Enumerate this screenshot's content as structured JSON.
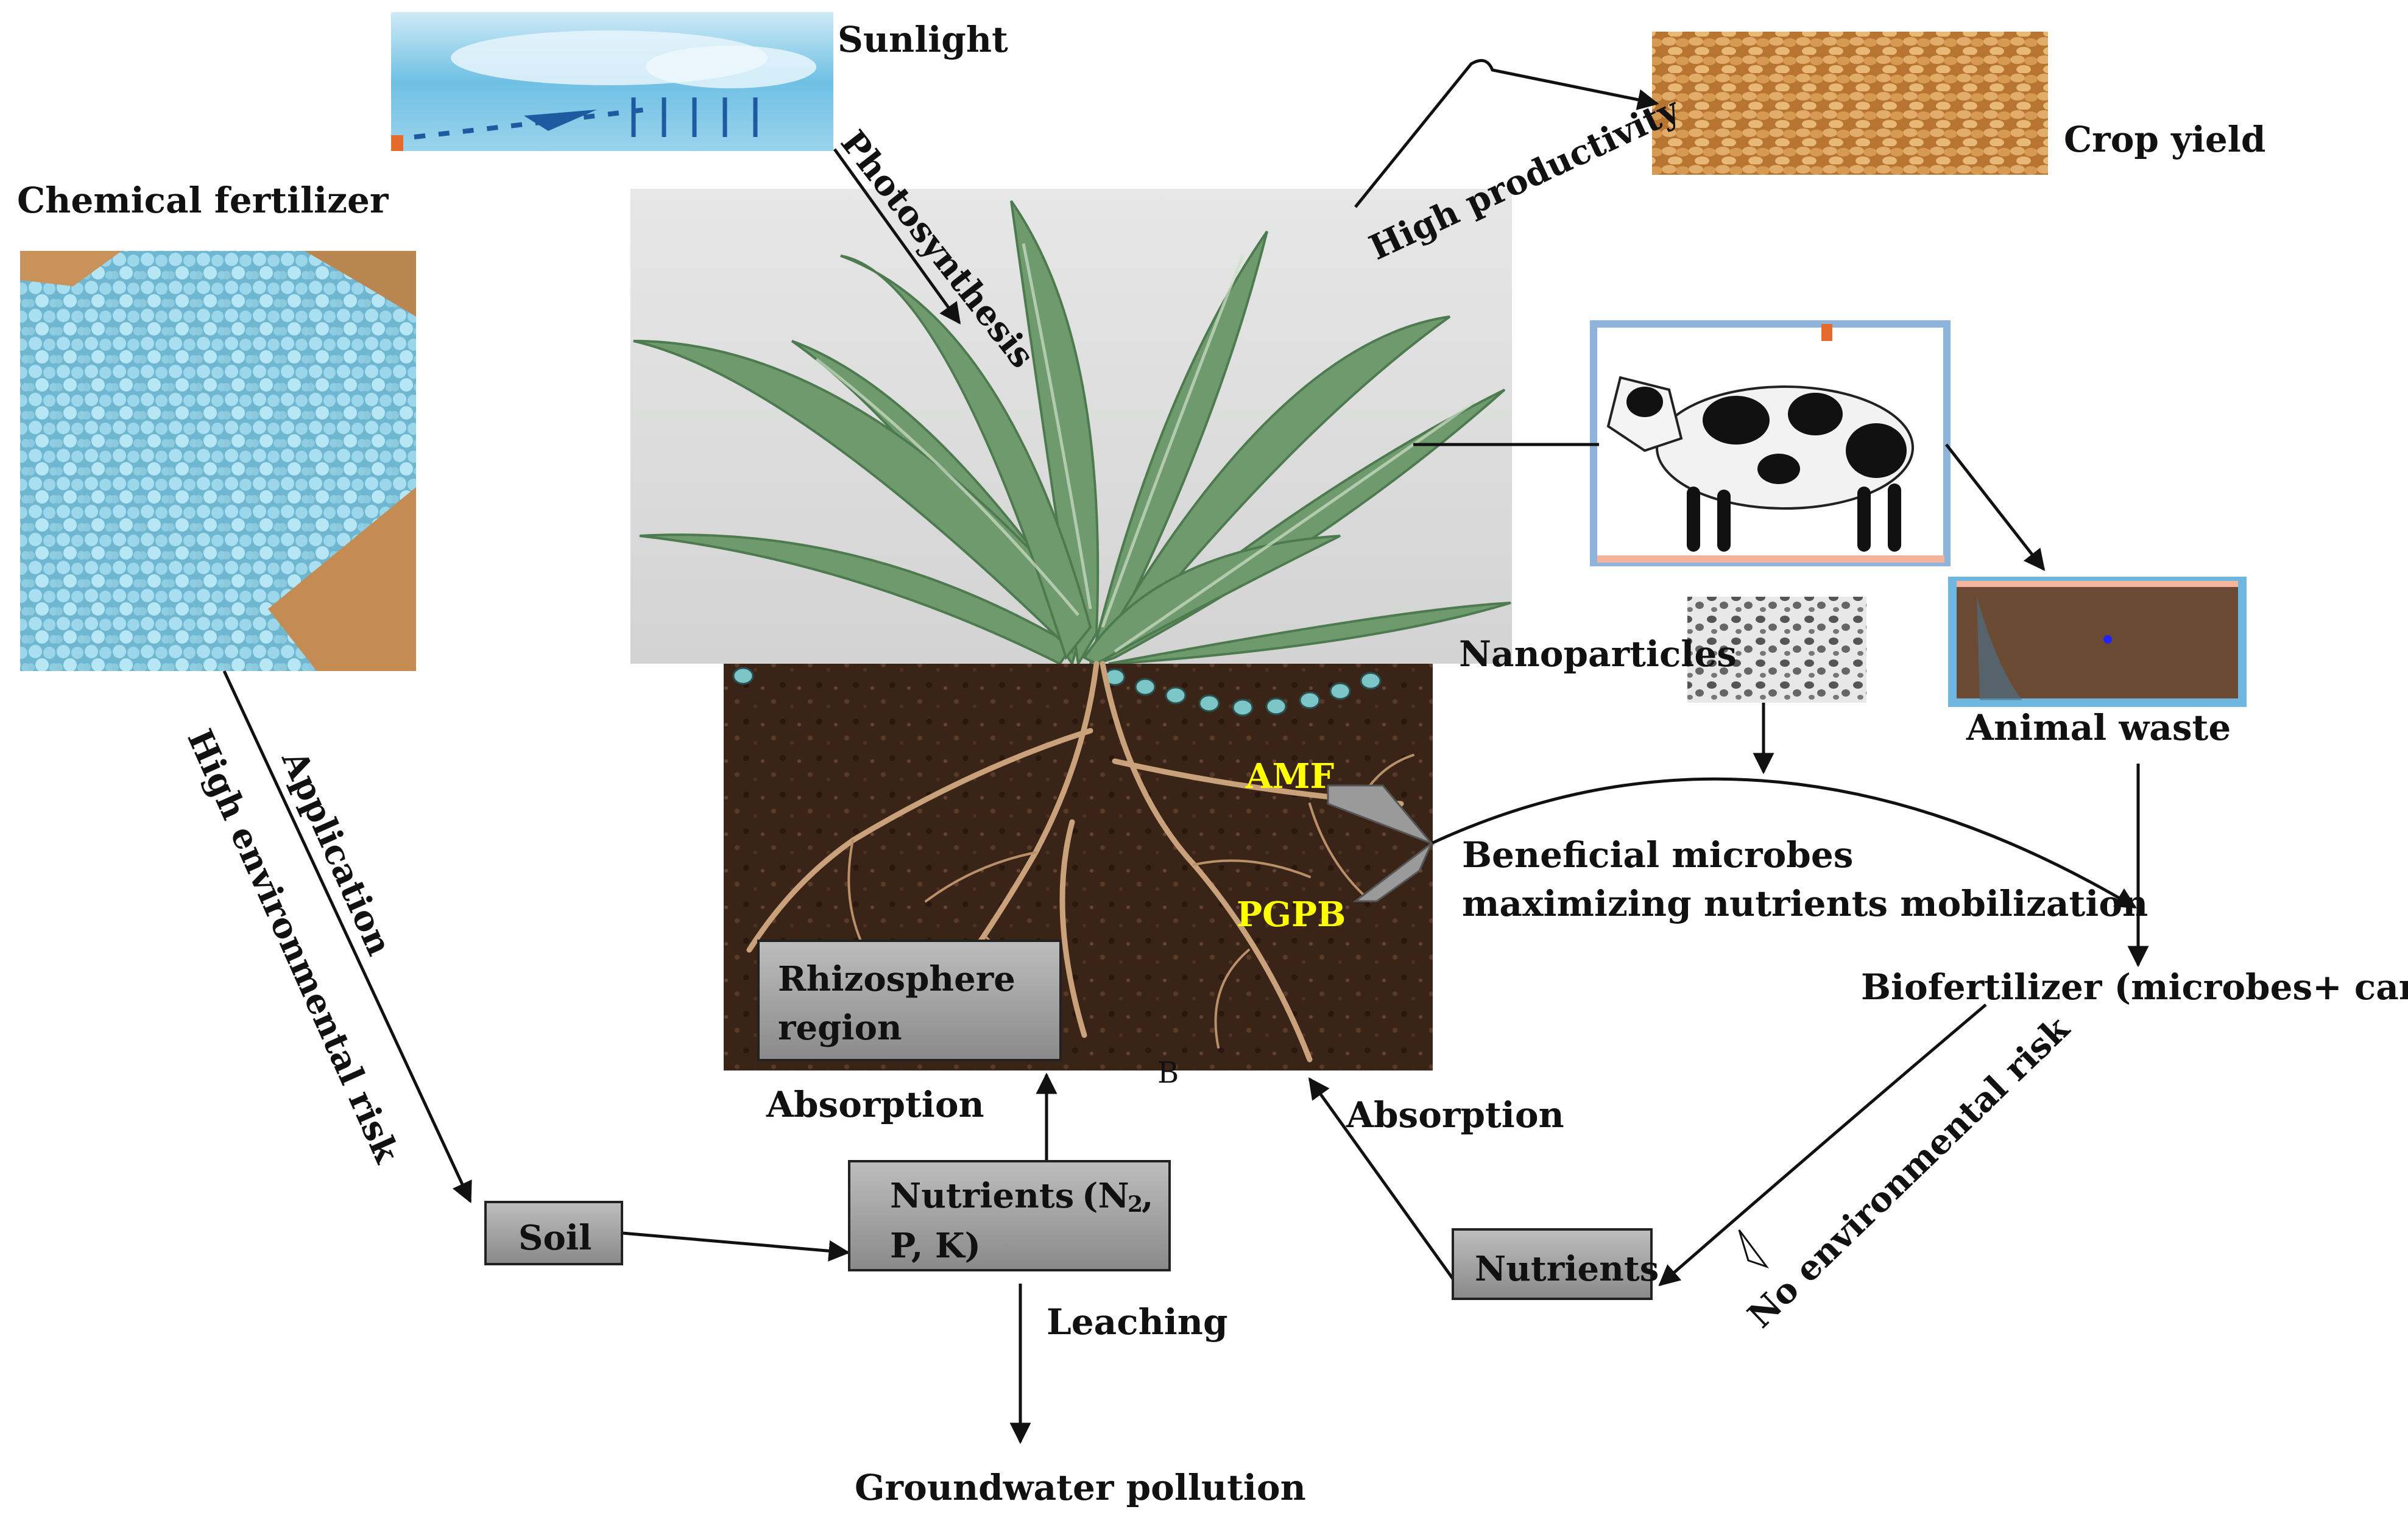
{
  "labels": {
    "sunlight": "Sunlight",
    "photosynthesis": "Photosynthesis",
    "high_productivity": "High productivity",
    "crop_yield": "Crop yield",
    "chemical_fertilizer": "Chemical fertilizer",
    "application": "Application",
    "high_env_risk": "High environmental risk",
    "nanoparticles": "Nanoparticles",
    "animal_waste": "Animal waste",
    "amf": "AMF",
    "pgpb": "PGPB",
    "beneficial_line1": "Beneficial microbes",
    "beneficial_line2": "maximizing nutrients mobilization",
    "biofertilizer": "Biofertilizer (microbes+ carrier)",
    "no_env_risk": "No environmental risk",
    "absorption_left": "Absorption",
    "absorption_right": "Absorption",
    "leaching": "Leaching",
    "groundwater": "Groundwater pollution",
    "b_mark": "B"
  },
  "boxes": {
    "rhizo_line1": "Rhizosphere",
    "rhizo_line2": "region",
    "soil": "Soil",
    "nutrients_main_a": "Nutrients",
    "nutrients_main_b": "(N",
    "nutrients_main_sub": "2",
    "nutrients_main_c": ",",
    "nutrients_main_line2": "P, K)",
    "nutrients_right": "Nutrients"
  },
  "colors": {
    "fertilizer_bead": "#8fd0e6",
    "soil_dark": "#3b2418",
    "root": "#cfa77e",
    "leaf": "#7fa57c",
    "wheat": "#d49a52",
    "highlight_yellow": "#ffff00"
  }
}
